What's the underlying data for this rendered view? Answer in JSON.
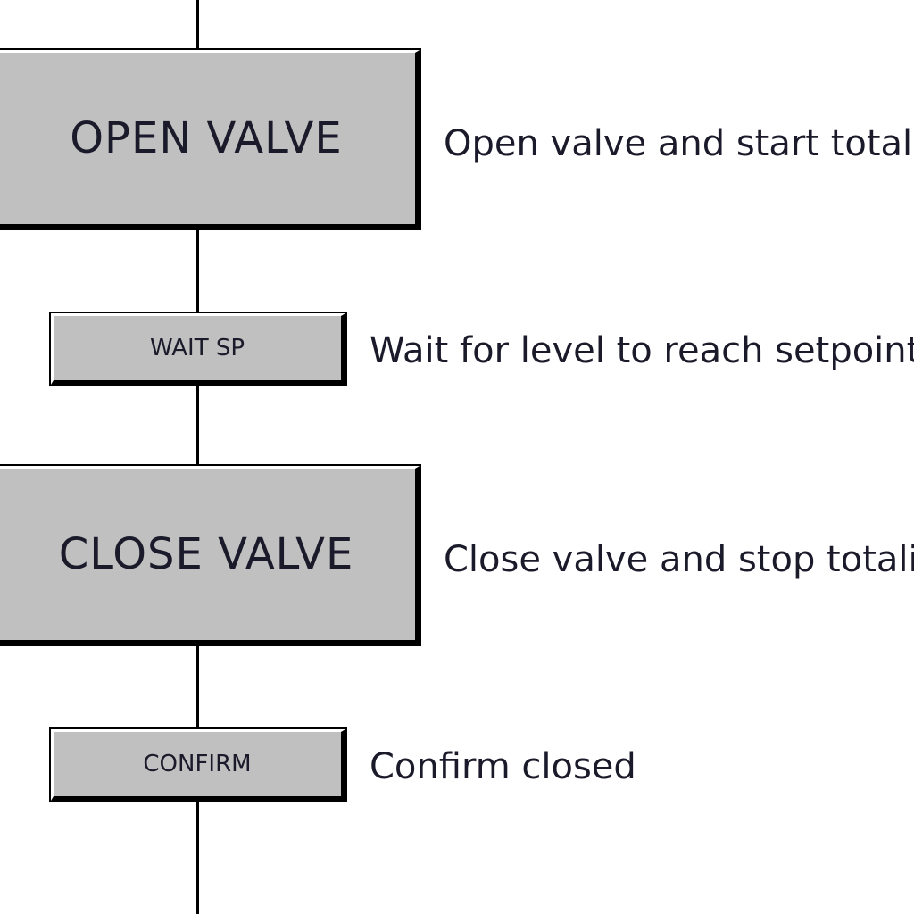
{
  "steps": [
    {
      "label": "OPEN VALVE",
      "description": "Open valve and start totaliz"
    },
    {
      "label": "WAIT SP",
      "description": "Wait for level to reach setpoint"
    },
    {
      "label": "CLOSE VALVE",
      "description": "Close valve and stop totaliz"
    },
    {
      "label": "CONFIRM",
      "description": "Confirm closed"
    }
  ]
}
